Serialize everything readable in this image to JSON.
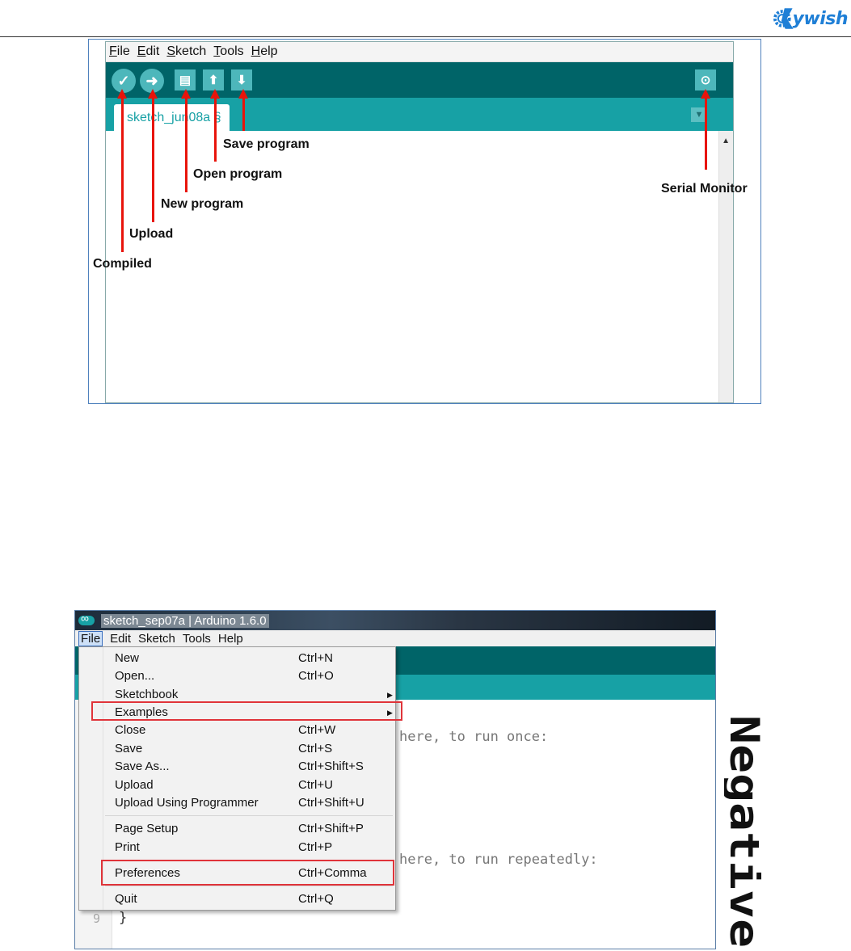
{
  "header": {
    "logo_text": "ywish"
  },
  "shot1": {
    "menu": [
      "File",
      "Edit",
      "Sketch",
      "Tools",
      "Help"
    ],
    "tab_label": "sketch_jun08a",
    "tab_suffix": "§",
    "annotations": {
      "compiled": "Compiled",
      "upload": "Upload",
      "new_program": "New program",
      "open_program": "Open program",
      "save_program": "Save program",
      "serial_monitor": "Serial Monitor"
    },
    "annotation_color": "#e8140b"
  },
  "shot2": {
    "title": "sketch_sep07a | Arduino 1.6.0",
    "menu": [
      "File",
      "Edit",
      "Sketch",
      "Tools",
      "Help"
    ],
    "file_menu": [
      {
        "label": "New",
        "shortcut": "Ctrl+N"
      },
      {
        "label": "Open...",
        "shortcut": "Ctrl+O"
      },
      {
        "label": "Sketchbook",
        "shortcut": ""
      },
      {
        "label": "Examples",
        "shortcut": ""
      },
      {
        "label": "Close",
        "shortcut": "Ctrl+W"
      },
      {
        "label": "Save",
        "shortcut": "Ctrl+S"
      },
      {
        "label": "Save As...",
        "shortcut": "Ctrl+Shift+S"
      },
      {
        "label": "Upload",
        "shortcut": "Ctrl+U"
      },
      {
        "label": "Upload Using Programmer",
        "shortcut": "Ctrl+Shift+U"
      },
      {
        "label": "Page Setup",
        "shortcut": "Ctrl+Shift+P"
      },
      {
        "label": "Print",
        "shortcut": "Ctrl+P"
      },
      {
        "label": "Preferences",
        "shortcut": "Ctrl+Comma"
      },
      {
        "label": "Quit",
        "shortcut": "Ctrl+Q"
      }
    ],
    "code_fragment_1": "here, to run once:",
    "code_fragment_2": "here, to run repeatedly:",
    "line_number": "9",
    "closing_brace": "}",
    "highlight_color": "#e0343a"
  },
  "side_text": "Negative"
}
